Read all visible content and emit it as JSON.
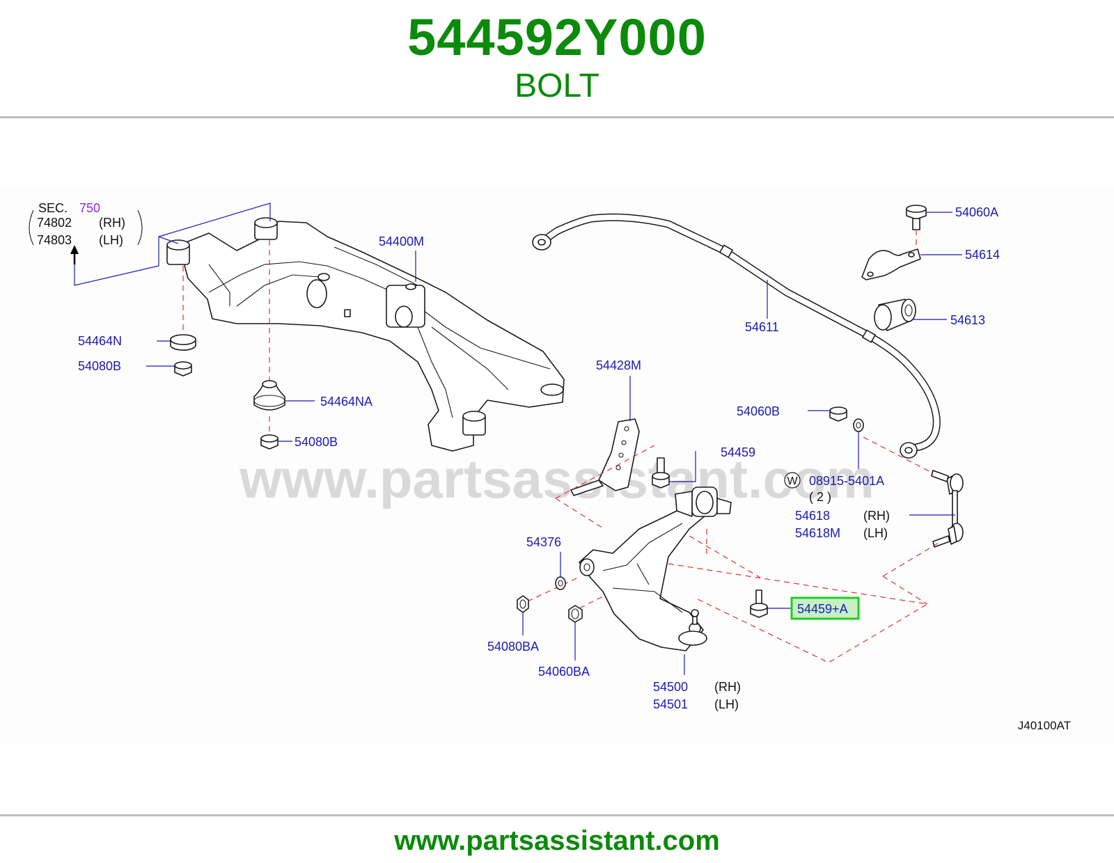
{
  "header": {
    "part_number": "544592Y000",
    "part_name": "BOLT"
  },
  "watermark": "www.partsassistant.com",
  "footer": {
    "url": "www.partsassistant.com"
  },
  "diagram_code": "J40100AT",
  "highlight_color": "#22cc22",
  "accent_color": "#0b8a0b",
  "sec_ref": {
    "sec_label": "SEC.",
    "sec_number": "750",
    "rh_part": "74802",
    "rh_side": "(RH)",
    "lh_part": "74803",
    "lh_side": "(LH)"
  },
  "callouts": {
    "c54400M": "54400M",
    "c54464N": "54464N",
    "c54080B_1": "54080B",
    "c54464NA": "54464NA",
    "c54080B_2": "54080B",
    "c54611": "54611",
    "c54060A": "54060A",
    "c54614": "54614",
    "c54613": "54613",
    "c54428M": "54428M",
    "c54060B": "54060B",
    "c54459": "54459",
    "c08915": "08915-5401A",
    "c08915_mark": "W",
    "c08915_qty": "( 2 )",
    "c54618": "54618",
    "c54618_side": "(RH)",
    "c54618M": "54618M",
    "c54618M_side": "(LH)",
    "c54376": "54376",
    "c54459A": "54459+A",
    "c54080BA": "54080BA",
    "c54060BA": "54060BA",
    "c54500": "54500",
    "c54500_side": "(RH)",
    "c54501": "54501",
    "c54501_side": "(LH)"
  }
}
